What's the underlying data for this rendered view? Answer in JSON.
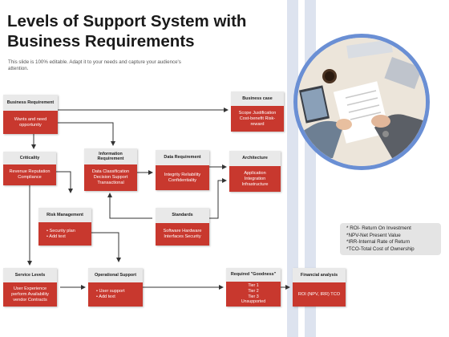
{
  "title": "Levels of Support System with Business Requirements",
  "subtitle": "This slide is 100% editable. Adapt it to your needs and capture your audience's attention.",
  "nodes": {
    "business_requirement": {
      "header": "Business Requirement",
      "body": [
        "Wants and need",
        "opportunity"
      ]
    },
    "business_case": {
      "header": "Business case",
      "body": [
        "Scope Justification",
        "Cost-benefit Risk-",
        "reward"
      ]
    },
    "criticality": {
      "header": "Criticality",
      "body": [
        "Revenue Reputation",
        "Compliance"
      ]
    },
    "information_requirement": {
      "header": "Information Requirement",
      "body": [
        "Data Classification",
        "Decision Support",
        "Transactional"
      ]
    },
    "data_requirement": {
      "header": "Data Requirement",
      "body": [
        "Integrity Reliability",
        "Confidentiality"
      ]
    },
    "architecture": {
      "header": "Architecture",
      "body": [
        "Application",
        "Integration",
        "Infrastructure"
      ]
    },
    "risk_management": {
      "header": "Risk Management",
      "body": [
        "Security plan",
        "Add text"
      ]
    },
    "standards": {
      "header": "Standards",
      "body": [
        "Software Hardware",
        "Interfaces Security"
      ]
    },
    "service_levels": {
      "header": "Service Levels",
      "body": [
        "User Experience",
        "perform Availability",
        "vendor Contracts"
      ]
    },
    "operational_support": {
      "header": "Operational Support",
      "body": [
        "User support",
        "Add text"
      ]
    },
    "required_goodness": {
      "header": "Required \"Goodness\"",
      "body": [
        "Tier 1",
        "Tier 2",
        "Tier 3",
        "Unsupported"
      ]
    },
    "financial_analysis": {
      "header": "Financial analysis",
      "body": [
        "ROI (NPV, IRR) TCO"
      ]
    }
  },
  "legend": [
    "* ROI- Return On Investment",
    "*NPV-Net Present Value",
    "*IRR-Internal Rate of Return",
    "*TCO-Total Cost of Ownership"
  ],
  "colors": {
    "accent": "#c8382e",
    "header": "#e9e9e9",
    "photo_ring": "#6a8fd4",
    "stripe": "#dde3ef"
  }
}
